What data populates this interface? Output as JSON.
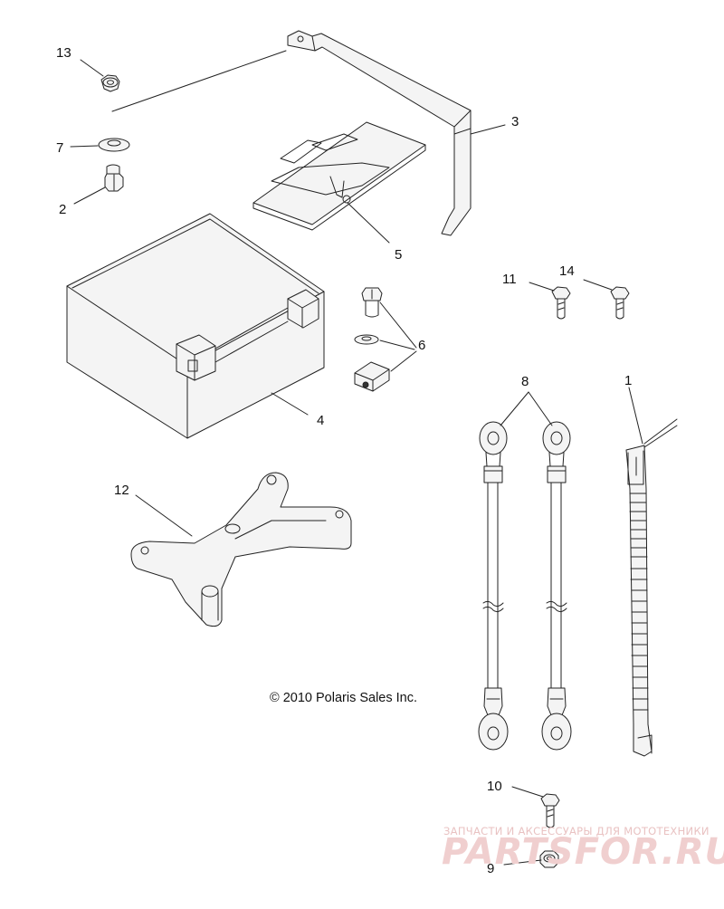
{
  "diagram": {
    "callouts": {
      "c1": "1",
      "c2": "2",
      "c3": "3",
      "c4": "4",
      "c5": "5",
      "c6": "6",
      "c7": "7",
      "c8": "8",
      "c9": "9",
      "c10": "10",
      "c11": "11",
      "c12": "12",
      "c13": "13",
      "c14": "14"
    },
    "copyright": "© 2010 Polaris Sales Inc."
  },
  "watermark": {
    "tagline": "ЗАПЧАСТИ И АКСЕССУАРЫ ДЛЯ МОТОТЕХНИКИ",
    "logo": "PARTSFOR.RU"
  },
  "colors": {
    "line": "#222222",
    "part_fill": "#f4f4f4",
    "watermark": "#e8b4b4"
  }
}
